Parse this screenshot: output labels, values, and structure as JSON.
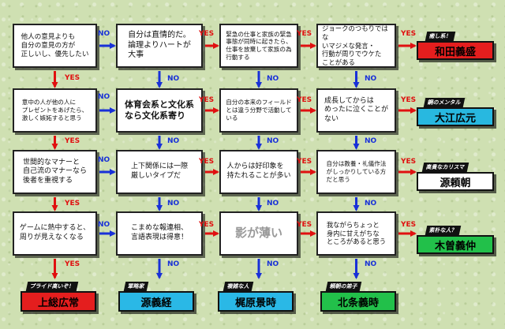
{
  "labels": {
    "yes": "YES",
    "no": "NO"
  },
  "questions": {
    "q11": "他人の意見よりも\n自分の意見の方が\n正しいし、優先したい",
    "q12": "自分は直情的だ。\n論理よりハートが\n大事",
    "q13": "緊急の仕事と家族の緊急\n事態が同時に起きたら、\n仕事を放棄して家族の為\n行動する",
    "q14": "ジョークのつもりではな\nいマジメな発言・\n行動が周りでウケた\nことがある",
    "q21": "意中の人が他の人に\nプレゼントをあげたら、\n激しく嫉妬すると思う",
    "q22": "体育会系と文化系\nなら文化系寄り",
    "q23": "自分の本来のフィールド\nとは違う分野で活動して\nいる",
    "q24": "成長してからは\nめったに泣くことが\nない",
    "q31": "世間的なマナーと\n自己流のマナーなら\n後者を重視する",
    "q32": "上下関係には一際\n厳しいタイプだ",
    "q33": "人からは好印象を\n持たれることが多い",
    "q34": "自分は教養・礼儀作法\nがしっかりしている方\nだと思う",
    "q41": "ゲームに熱中すると、\n周りが見えなくなる",
    "q42": "こまめな報連相、\n言語表現は得意！",
    "q43": "影が薄い",
    "q44": "我ながらちょっと\n身内に甘えがちな\nところがあると思う"
  },
  "results": {
    "r1": {
      "tag": "癒し系！",
      "name": "和田義盛",
      "color": "#e41e1e"
    },
    "r2": {
      "tag": "鋼のメンタル",
      "name": "大江広元",
      "color": "#28b8e0"
    },
    "r3": {
      "tag": "高貴なカリスマ",
      "name": "源頼朝",
      "color": "#ffffff"
    },
    "r4": {
      "tag": "素朴な人？",
      "name": "木曽義仲",
      "color": "#22c04a"
    },
    "b1": {
      "tag": "プライド高いぞ！",
      "name": "上総広常",
      "color": "#e41e1e"
    },
    "b2": {
      "tag": "軍略家",
      "name": "源義経",
      "color": "#2ab8e6"
    },
    "b3": {
      "tag": "複雑な人",
      "name": "梶原景時",
      "color": "#2ab8e6"
    },
    "b4": {
      "tag": "頼朝の弟子",
      "name": "北条義時",
      "color": "#22c04a"
    }
  },
  "colors": {
    "yes_arrow": "#e01010",
    "no_arrow": "#1830d8"
  }
}
